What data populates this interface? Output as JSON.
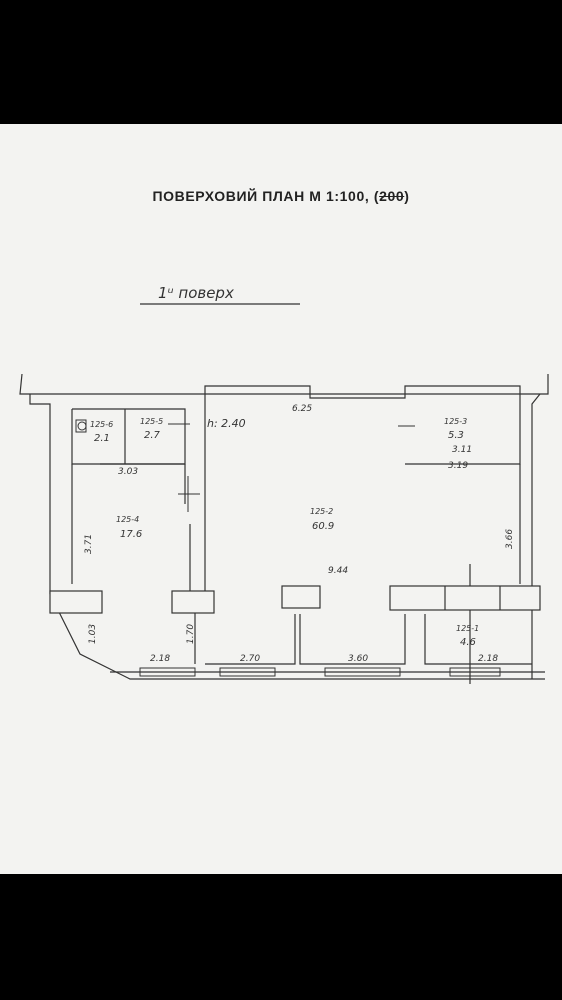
{
  "document": {
    "title_main": "ПОВЕРХОВИЙ ПЛАН М 1:100, (",
    "title_strike": "200",
    "title_end": ")",
    "floor_label": "1ᵘ поверх",
    "ceiling_height": "h: 2.40"
  },
  "rooms": [
    {
      "id": "125-6",
      "area": "2.1"
    },
    {
      "id": "125-5",
      "area": "2.7"
    },
    {
      "id": "125-3",
      "area": "5.3"
    },
    {
      "id": "125-2",
      "area": "60.9"
    },
    {
      "id": "125-4",
      "area": "17.6"
    },
    {
      "id": "125-1",
      "area": "4.6"
    }
  ],
  "dimensions": {
    "top_main": "6.25",
    "r3_bottom_a": "3.11",
    "r3_bottom_b": "3.19",
    "left_span": "3.03",
    "left_wall": "3.71",
    "right_wall": "3.66",
    "mid_span": "9.44",
    "lower_left": "1.03",
    "lower_mid": "1.70",
    "bottom_1": "2.18",
    "bottom_2": "2.70",
    "bottom_3": "3.60",
    "bottom_4": "2.18"
  },
  "colors": {
    "paper": "#f3f3f1",
    "ink": "#333333",
    "background": "#000000"
  }
}
